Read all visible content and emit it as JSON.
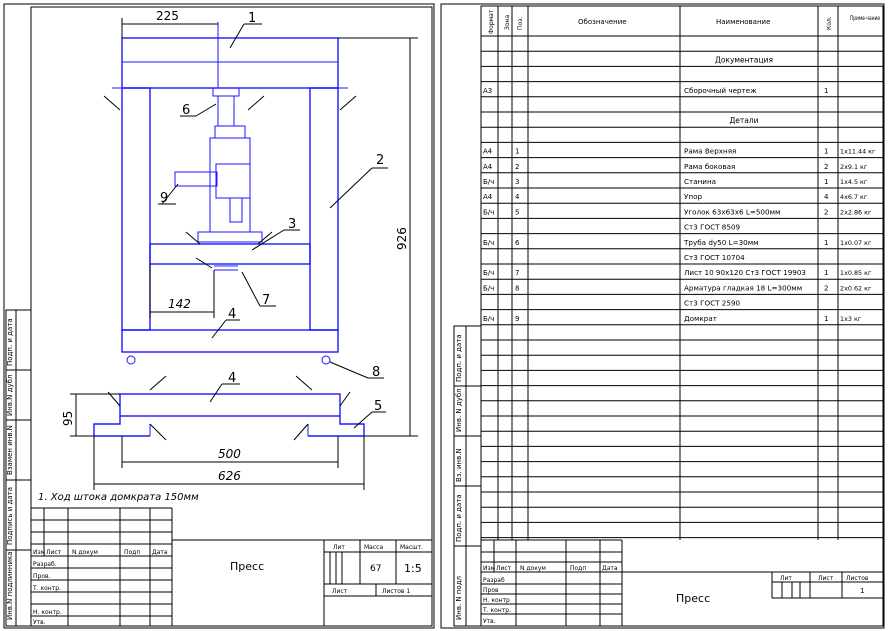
{
  "drawing": {
    "dims": {
      "d225": "225",
      "d926": "926",
      "d142": "142",
      "d95": "95",
      "d500": "500",
      "d626": "626"
    },
    "callouts": {
      "c1": "1",
      "c2": "2",
      "c3": "3",
      "c4a": "4",
      "c4b": "4",
      "c5": "5",
      "c6": "6",
      "c7": "7",
      "c8": "8",
      "c9": "9"
    },
    "note": "1. Ход штока домкрата 150мм"
  },
  "side_labels_left": [
    "Инв.N подлинника",
    "Подпись и дата",
    "Взамен инв.N",
    "Инв.N дубл",
    "Подп. и дата"
  ],
  "side_labels_right": [
    "Инв. N подл",
    "Подп. и дата",
    "Вз. инв.N",
    "Инв. N дубл",
    "Подп. и дата"
  ],
  "title_block_left": {
    "header": [
      "Изм",
      "Лист",
      "N докум",
      "Подп",
      "Дата"
    ],
    "roles": [
      "Разраб.",
      "Пров.",
      "Т. контр.",
      "",
      "Н. контр.",
      "Утв."
    ],
    "name": "Пресс",
    "lit_label": "Лит",
    "mass_label": "Масса",
    "scale_label": "Масшт.",
    "mass": "67",
    "scale": "1:5",
    "sheet_label": "Лист",
    "sheets_label": "Листов 1"
  },
  "spec": {
    "headers": [
      "Формат",
      "Зона",
      "Поз.",
      "Обозначение",
      "Наименование",
      "Кол.",
      "Приме-чание"
    ],
    "rows": [
      {
        "fmt": "",
        "pos": "",
        "name": "",
        "qty": "",
        "note": ""
      },
      {
        "fmt": "",
        "pos": "",
        "name": "Документация",
        "qty": "",
        "note": "",
        "center": true
      },
      {
        "fmt": "",
        "pos": "",
        "name": "",
        "qty": "",
        "note": ""
      },
      {
        "fmt": "A3",
        "pos": "",
        "name": "Сборочный чертеж",
        "qty": "1",
        "note": ""
      },
      {
        "fmt": "",
        "pos": "",
        "name": "",
        "qty": "",
        "note": ""
      },
      {
        "fmt": "",
        "pos": "",
        "name": "Детали",
        "qty": "",
        "note": "",
        "center": true
      },
      {
        "fmt": "",
        "pos": "",
        "name": "",
        "qty": "",
        "note": ""
      },
      {
        "fmt": "A4",
        "pos": "1",
        "name": "Рама Верхняя",
        "qty": "1",
        "note": "1x11.44 кг"
      },
      {
        "fmt": "A4",
        "pos": "2",
        "name": "Рама боковая",
        "qty": "2",
        "note": "2x9.1 кг"
      },
      {
        "fmt": "Б/ч",
        "pos": "3",
        "name": "Станина",
        "qty": "1",
        "note": "1x4.5 кг"
      },
      {
        "fmt": "A4",
        "pos": "4",
        "name": "Упор",
        "qty": "4",
        "note": "4x6.7 кг"
      },
      {
        "fmt": "Б/ч",
        "pos": "5",
        "name": "Уголок 63x63x6 L=500мм",
        "qty": "2",
        "note": "2x2.86 кг"
      },
      {
        "fmt": "",
        "pos": "",
        "name": "Ст3 ГОСТ 8509",
        "qty": "",
        "note": ""
      },
      {
        "fmt": "Б/ч",
        "pos": "6",
        "name": "Труба dy50 L=30мм",
        "qty": "1",
        "note": "1x0.07 кг"
      },
      {
        "fmt": "",
        "pos": "",
        "name": "Ст3 ГОСТ 10704",
        "qty": "",
        "note": ""
      },
      {
        "fmt": "Б/ч",
        "pos": "7",
        "name": "Лист 10 90x120 Ст3 ГОСТ 19903",
        "qty": "1",
        "note": "1x0.85 кг"
      },
      {
        "fmt": "Б/ч",
        "pos": "8",
        "name": "Арматура гладкая 18 L=300мм",
        "qty": "2",
        "note": "2x0.62 кг"
      },
      {
        "fmt": "",
        "pos": "",
        "name": "Ст3 ГОСТ 2590",
        "qty": "",
        "note": ""
      },
      {
        "fmt": "Б/ч",
        "pos": "9",
        "name": "Домкрат",
        "qty": "1",
        "note": "1x3 кг"
      }
    ]
  },
  "title_block_right": {
    "header": [
      "Изм",
      "Лист",
      "N докум",
      "Подп",
      "Дата"
    ],
    "roles": [
      "Разраб",
      "Пров",
      "Н. контр",
      "Т. контр.",
      "Утв."
    ],
    "name": "Пресс",
    "lit_label": "Лит",
    "sheet_label": "Лист",
    "sheets_label": "Листов",
    "sheets": "1"
  }
}
